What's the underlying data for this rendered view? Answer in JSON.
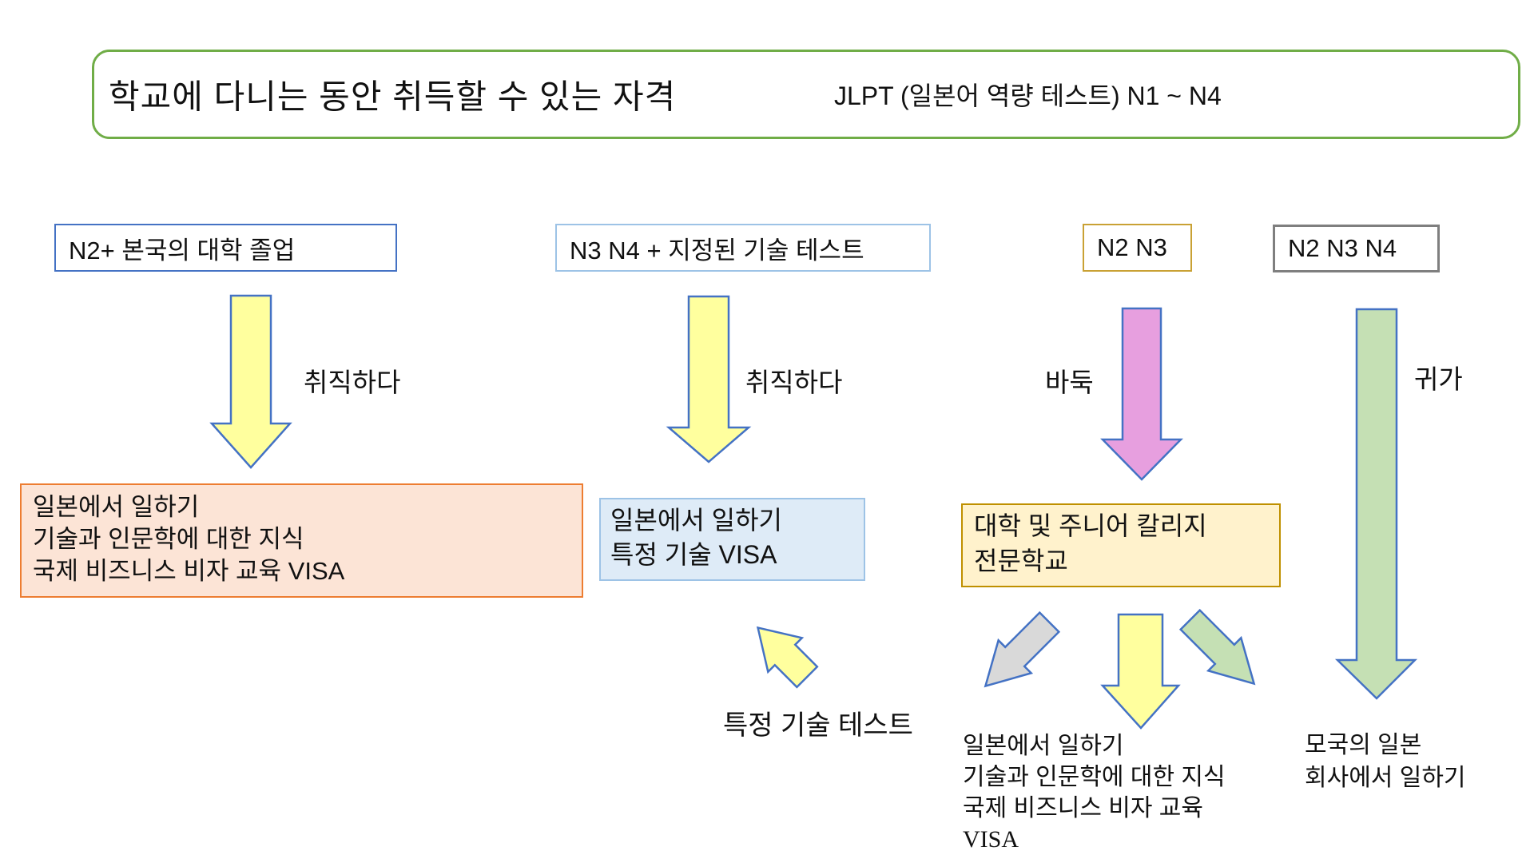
{
  "title": {
    "text": "학교에 다니는 동안 취득할 수 있는 자격",
    "subtitle": "JLPT (일본어 역량 테스트) N1 ~ N4"
  },
  "col1": {
    "header": "N2+ 본국의 대학 졸업",
    "arrow_label": "취직하다",
    "result_lines": [
      "일본에서 일하기",
      "기술과 인문학에 대한 지식",
      "국제 비즈니스 비자 교육 VISA"
    ]
  },
  "col2": {
    "header": "N3 N4 + 지정된 기술 테스트",
    "arrow_label": "취직하다",
    "result_lines": [
      "일본에서 일하기",
      "특정 기술 VISA"
    ],
    "up_arrow_label": "특정 기술 테스트"
  },
  "col3": {
    "header": "N2 N3",
    "arrow_label": "바둑",
    "school_lines": [
      "대학 및 주니어 칼리지",
      "전문학교"
    ],
    "outcome_lines": [
      "일본에서 일하기",
      "기술과 인문학에 대한 지식",
      "국제 비즈니스 비자 교육",
      "VISA"
    ]
  },
  "col4": {
    "header": "N2 N3 N4",
    "arrow_label": "귀가",
    "outcome_lines": [
      "모국의 일본",
      "회사에서 일하기"
    ]
  },
  "colors": {
    "title_border": "#70AD47",
    "arrow_outline": "#4472C4",
    "arrow_yellow": "#FFFF9E",
    "arrow_pink": "#E79FDF",
    "arrow_green": "#C5E0B4",
    "arrow_gray": "#D9D9D9",
    "header1_border": "#4472C4",
    "header2_border": "#9DC3E6",
    "header3_border": "#C9A134",
    "header4_border": "#7F7F7F",
    "result1_fill": "#FCE4D6",
    "result1_border": "#ED7D31",
    "result2_fill": "#DEEBF7",
    "result2_border": "#9DC3E6",
    "school_fill": "#FFF2CC",
    "school_border": "#BF9000"
  }
}
